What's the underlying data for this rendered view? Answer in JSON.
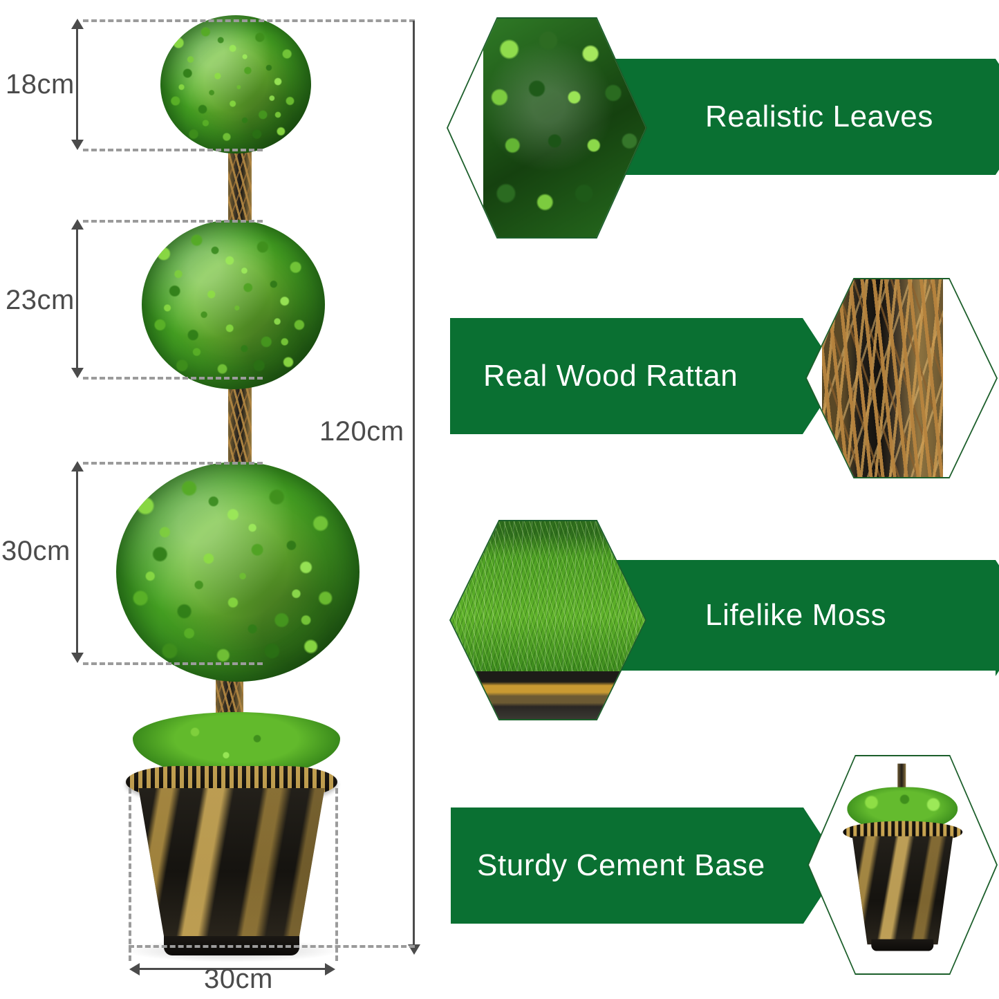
{
  "dimensions": {
    "top_ball_height": "18cm",
    "middle_ball_height": "23cm",
    "bottom_ball_height": "30cm",
    "total_height": "120cm",
    "pot_width": "30cm"
  },
  "features": [
    {
      "label": "Realistic Leaves",
      "image": "leaf-closeup-photo",
      "layout": "hex-left"
    },
    {
      "label": "Real Wood Rattan",
      "image": "rattan-trunk-photo",
      "layout": "hex-right"
    },
    {
      "label": "Lifelike Moss",
      "image": "moss-closeup-photo",
      "layout": "hex-left"
    },
    {
      "label": "Sturdy Cement Base",
      "image": "cement-pot-photo",
      "layout": "hex-right"
    }
  ],
  "product": {
    "name": "triple-ball-topiary-tree",
    "pot": "antique-gold-black-planter"
  },
  "colors": {
    "brand_green": "#0a7032",
    "hex_outline": "#1b5e2a",
    "dimension_text": "#4b4b4b",
    "dimension_line": "#4b4b4b",
    "guide_dash": "#9b9b9b",
    "banner_text": "#ffffff",
    "background": "#ffffff"
  }
}
